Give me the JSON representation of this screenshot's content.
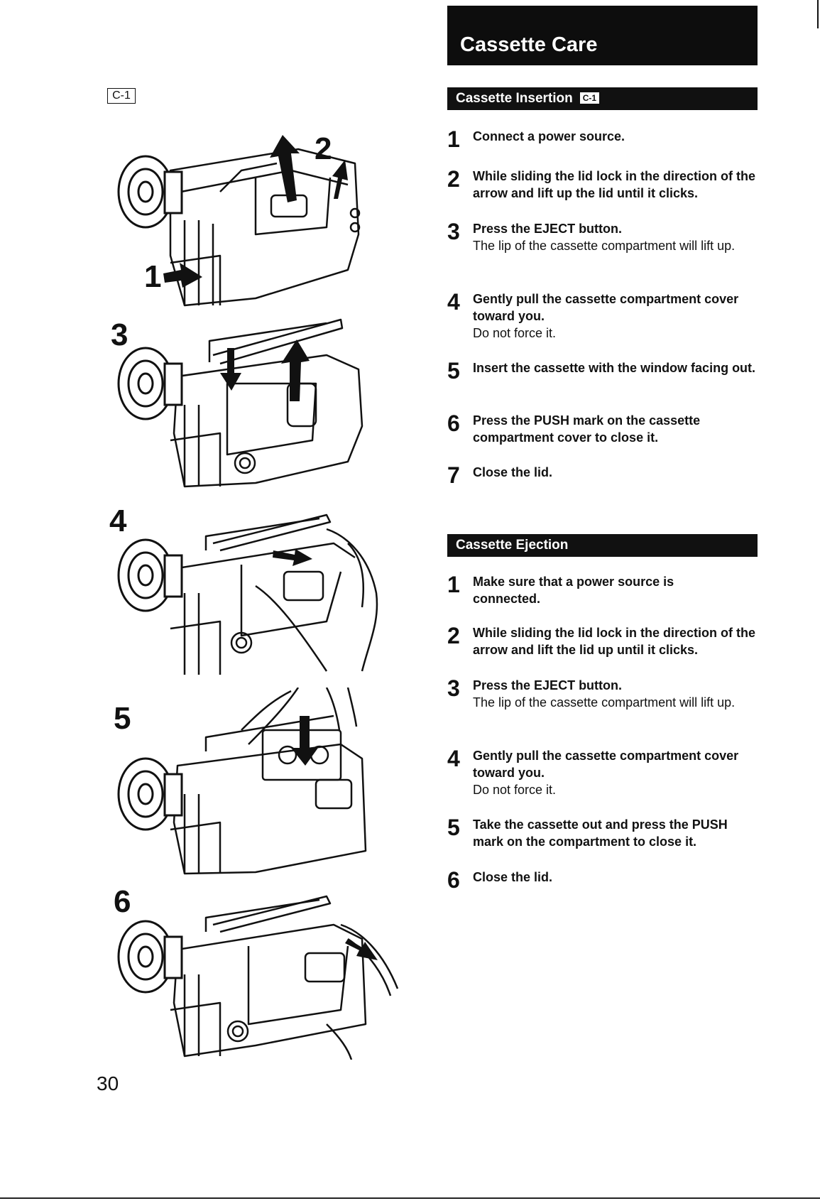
{
  "main_title": "Cassette Care",
  "figure_reference": "C-1",
  "figure_labels": {
    "callout_1": "1",
    "callout_2": "2",
    "step_3": "3",
    "step_4": "4",
    "step_5": "5",
    "step_6": "6"
  },
  "insertion": {
    "header": "Cassette Insertion",
    "header_badge": "C-1",
    "steps": [
      {
        "num": "1",
        "text": "Connect a power source."
      },
      {
        "num": "2",
        "text": "While sliding the lid lock in the direction of the arrow and lift up the lid until it clicks."
      },
      {
        "num": "3",
        "text": "Press the EJECT button.",
        "note": "The lip of the cassette compartment will lift up."
      },
      {
        "num": "4",
        "text": "Gently pull the cassette compartment cover toward you.",
        "note": "Do not force it."
      },
      {
        "num": "5",
        "text": "Insert the cassette with the window facing out."
      },
      {
        "num": "6",
        "text": "Press the PUSH mark on the cassette compartment cover to close it."
      },
      {
        "num": "7",
        "text": "Close the lid."
      }
    ]
  },
  "ejection": {
    "header": "Cassette Ejection",
    "steps": [
      {
        "num": "1",
        "text": "Make sure that a power source is connected."
      },
      {
        "num": "2",
        "text": "While sliding the lid lock in the direction of the arrow and lift the lid up until it clicks."
      },
      {
        "num": "3",
        "text": "Press the EJECT button.",
        "note": "The lip of the cassette compartment will lift up."
      },
      {
        "num": "4",
        "text": "Gently pull the cassette compartment cover toward you.",
        "note": "Do not force it."
      },
      {
        "num": "5",
        "text": "Take the cassette out and press the PUSH mark on the compartment to close it."
      },
      {
        "num": "6",
        "text": "Close the lid."
      }
    ]
  },
  "page_number": "30"
}
